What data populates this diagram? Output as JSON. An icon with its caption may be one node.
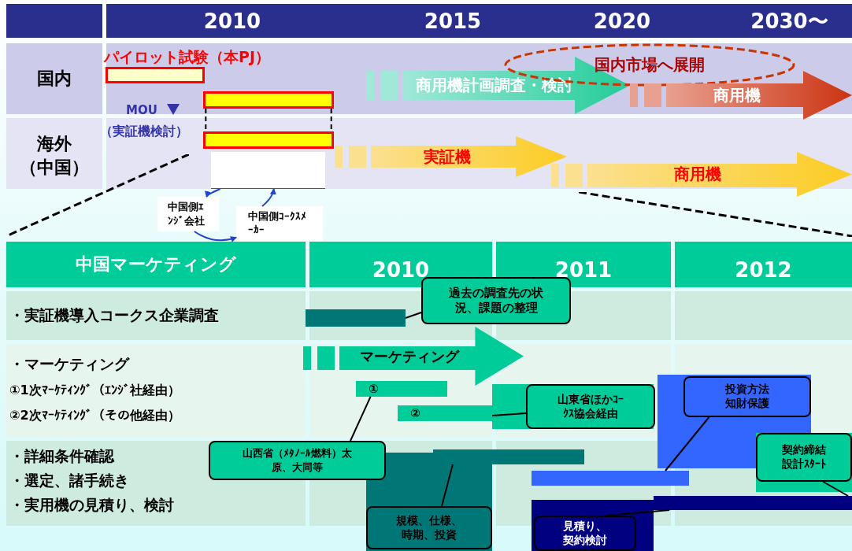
{
  "diagram": {
    "nodes": [
      {
        "text": [
          "パイロット試験（本PJ）"
        ]
      },
      {
        "text": [],
        "shape": "bar"
      },
      {
        "text": [],
        "shape": "bar"
      },
      {
        "text": [
          "商用機計画調査・検討"
        ]
      },
      {
        "text": [
          "国内市場へ展開"
        ]
      },
      {
        "text": [
          "商用機"
        ]
      },
      {
        "text": [
          "実証機"
        ]
      },
      {
        "text": [
          "商用機"
        ]
      },
      {
        "text": [],
        "shape": "box"
      },
      {
        "text": [
          "中国側ｴﾝｼﾞ会社"
        ]
      },
      {
        "text": [
          "中国側ｺｰｸｽﾒｰｶｰ"
        ]
      },
      {
        "text": [],
        "shape": "bar"
      },
      {
        "text": [
          "過去の調査先の状況、課題の整理"
        ]
      },
      {
        "text": [
          "マーケティング"
        ]
      },
      {
        "text": [
          "①"
        ]
      },
      {
        "text": [
          "②"
        ]
      },
      {
        "text": [
          "山西省（ﾒﾀﾉｰﾙ燃料）太原、大同等"
        ]
      },
      {
        "text": [
          "山東省ほかｺｰｸｽ協会経由"
        ]
      },
      {
        "text": [],
        "shape": "bar"
      },
      {
        "text": [
          "規模、仕様、時期、投資"
        ]
      },
      {
        "text": [],
        "shape": "bar"
      },
      {
        "text": [
          "投資方法知財保護"
        ]
      },
      {
        "text": [],
        "shape": "bar"
      },
      {
        "text": [
          "見積り、契約検討"
        ]
      },
      {
        "text": [
          "契約締結設計ｽﾀｰﾄ"
        ]
      }
    ],
    "edges": [
      {
        "from": 1,
        "to": 2,
        "arrow": "none",
        "style": "dashed"
      },
      {
        "from": 1,
        "to": 2,
        "arrow": "none",
        "style": "dashed"
      },
      {
        "from": 8,
        "to": 9,
        "arrow": "to",
        "color": "#2244cc"
      },
      {
        "from": 9,
        "to": 10,
        "arrow": "to",
        "color": "#2244cc"
      },
      {
        "from": 10,
        "to": 8,
        "arrow": "to",
        "color": "#2244cc"
      },
      {
        "from": 12,
        "to": 11,
        "arrow": "none"
      },
      {
        "from": 16,
        "to": 14,
        "arrow": "none"
      },
      {
        "from": 17,
        "to": 15,
        "arrow": "none"
      },
      {
        "from": 19,
        "to": 18,
        "arrow": "none"
      },
      {
        "from": 21,
        "to": 20,
        "arrow": "none"
      },
      {
        "from": 23,
        "to": 22,
        "arrow": "none"
      },
      {
        "from": 24,
        "to": 22,
        "arrow": "none"
      }
    ],
    "labels": [
      "2010",
      "2015",
      "2020",
      "2030〜",
      "国内",
      "MOU",
      "（実証機検討）",
      "海外（中国）",
      "中国マーケティング",
      "2010",
      "2011",
      "2012",
      "・実証機導入コークス企業調査",
      "・マーケティング",
      "①1次ﾏｰｹﾃｨﾝｸﾞ（ｴﾝｼﾞ社経由）",
      "②2次ﾏｰｹﾃｨﾝｸﾞ（その他経由）",
      "・詳細条件確認",
      "・選定、諸手続き",
      "・実用機の見積り、検討"
    ]
  }
}
